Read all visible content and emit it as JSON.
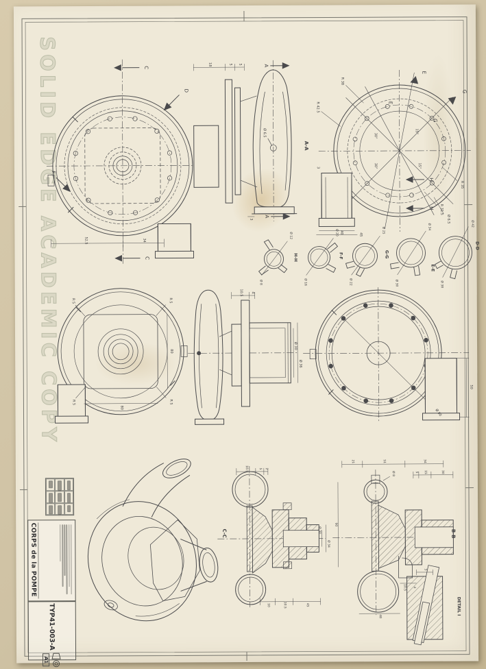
{
  "sheet": {
    "watermark": "SOLID EDGE ACADEMIC COPY"
  },
  "colors": {
    "paper": "#efe9d8",
    "background": "#cfc2a4",
    "line": "#4a4a4c",
    "watermark": "#949a84"
  },
  "title_block": {
    "title": "CORPS de la POMPE",
    "drawing_number": "TYP41-003-A",
    "sheet_format": "A1"
  },
  "views": {
    "front_top_left": {
      "label_c_top": "C",
      "label_c_bottom": "C",
      "label_d": "D",
      "label_f": "F",
      "dims": [
        "52.5",
        "34"
      ]
    },
    "side_top_middle": {
      "label_a_top": "A",
      "label_a_bottom": "A",
      "dims_top": [
        "18",
        "5",
        "5"
      ],
      "hole_label": "Ø 6.5",
      "dim_bottom": "3"
    },
    "section_a_a": {
      "label": "A-A",
      "e1": "E",
      "e2": "E",
      "g1": "G",
      "g2": "G",
      "h1": "H",
      "h2": "H",
      "radius_labels": [
        "R 38",
        "R 42.5",
        "R 35",
        "R 31.5"
      ],
      "angle_labels": [
        "30°",
        "15°",
        "15°",
        "30°"
      ],
      "hole_label": "Ø 6.5",
      "dims": [
        "3",
        "40",
        "45"
      ]
    },
    "small_sections": [
      {
        "label": "H-H",
        "d1": "Ø 8",
        "d2": "Ø 12"
      },
      {
        "label": "F-F",
        "d1": "Ø 16",
        "d2": "Ø 20"
      },
      {
        "label": "G-G",
        "d1": "Ø 22",
        "d2": "Ø 25"
      },
      {
        "label": "E-E",
        "d1": "Ø 30",
        "d2": "Ø 34"
      },
      {
        "label": "D-D",
        "d1": "Ø 38",
        "d2": "Ø 42"
      }
    ],
    "rear_middle_left": {
      "corner_labels": [
        "R 5",
        "R 5",
        "R 5",
        "R 5"
      ],
      "dims": [
        "80",
        "80"
      ]
    },
    "side_middle": {
      "dims_top": [
        "10.5",
        "4"
      ],
      "dims_right": [
        "Ø 30",
        "Ø 36"
      ]
    },
    "front_middle_right": {
      "dim_height": "50",
      "dia_label": "Ø 90"
    },
    "section_c_c": {
      "label": "C-C",
      "dims_top": [
        "10.5",
        "5",
        "2"
      ],
      "dims_bottom": [
        "10",
        "10.5",
        "45"
      ],
      "dims_right": [
        "Ø 30",
        "Ø 34"
      ]
    },
    "section_b_b": {
      "label": "B-B",
      "dims_top": [
        "21",
        "51",
        "34"
      ],
      "dims_mid": [
        "5",
        "15",
        "30"
      ],
      "dim_left": "90",
      "dim_bottom": "48",
      "dims_small": [
        "10.5",
        "4"
      ],
      "hole_label": "Ø 8"
    },
    "detail_i": {
      "label": "DETAIL I",
      "dim": "3"
    }
  }
}
